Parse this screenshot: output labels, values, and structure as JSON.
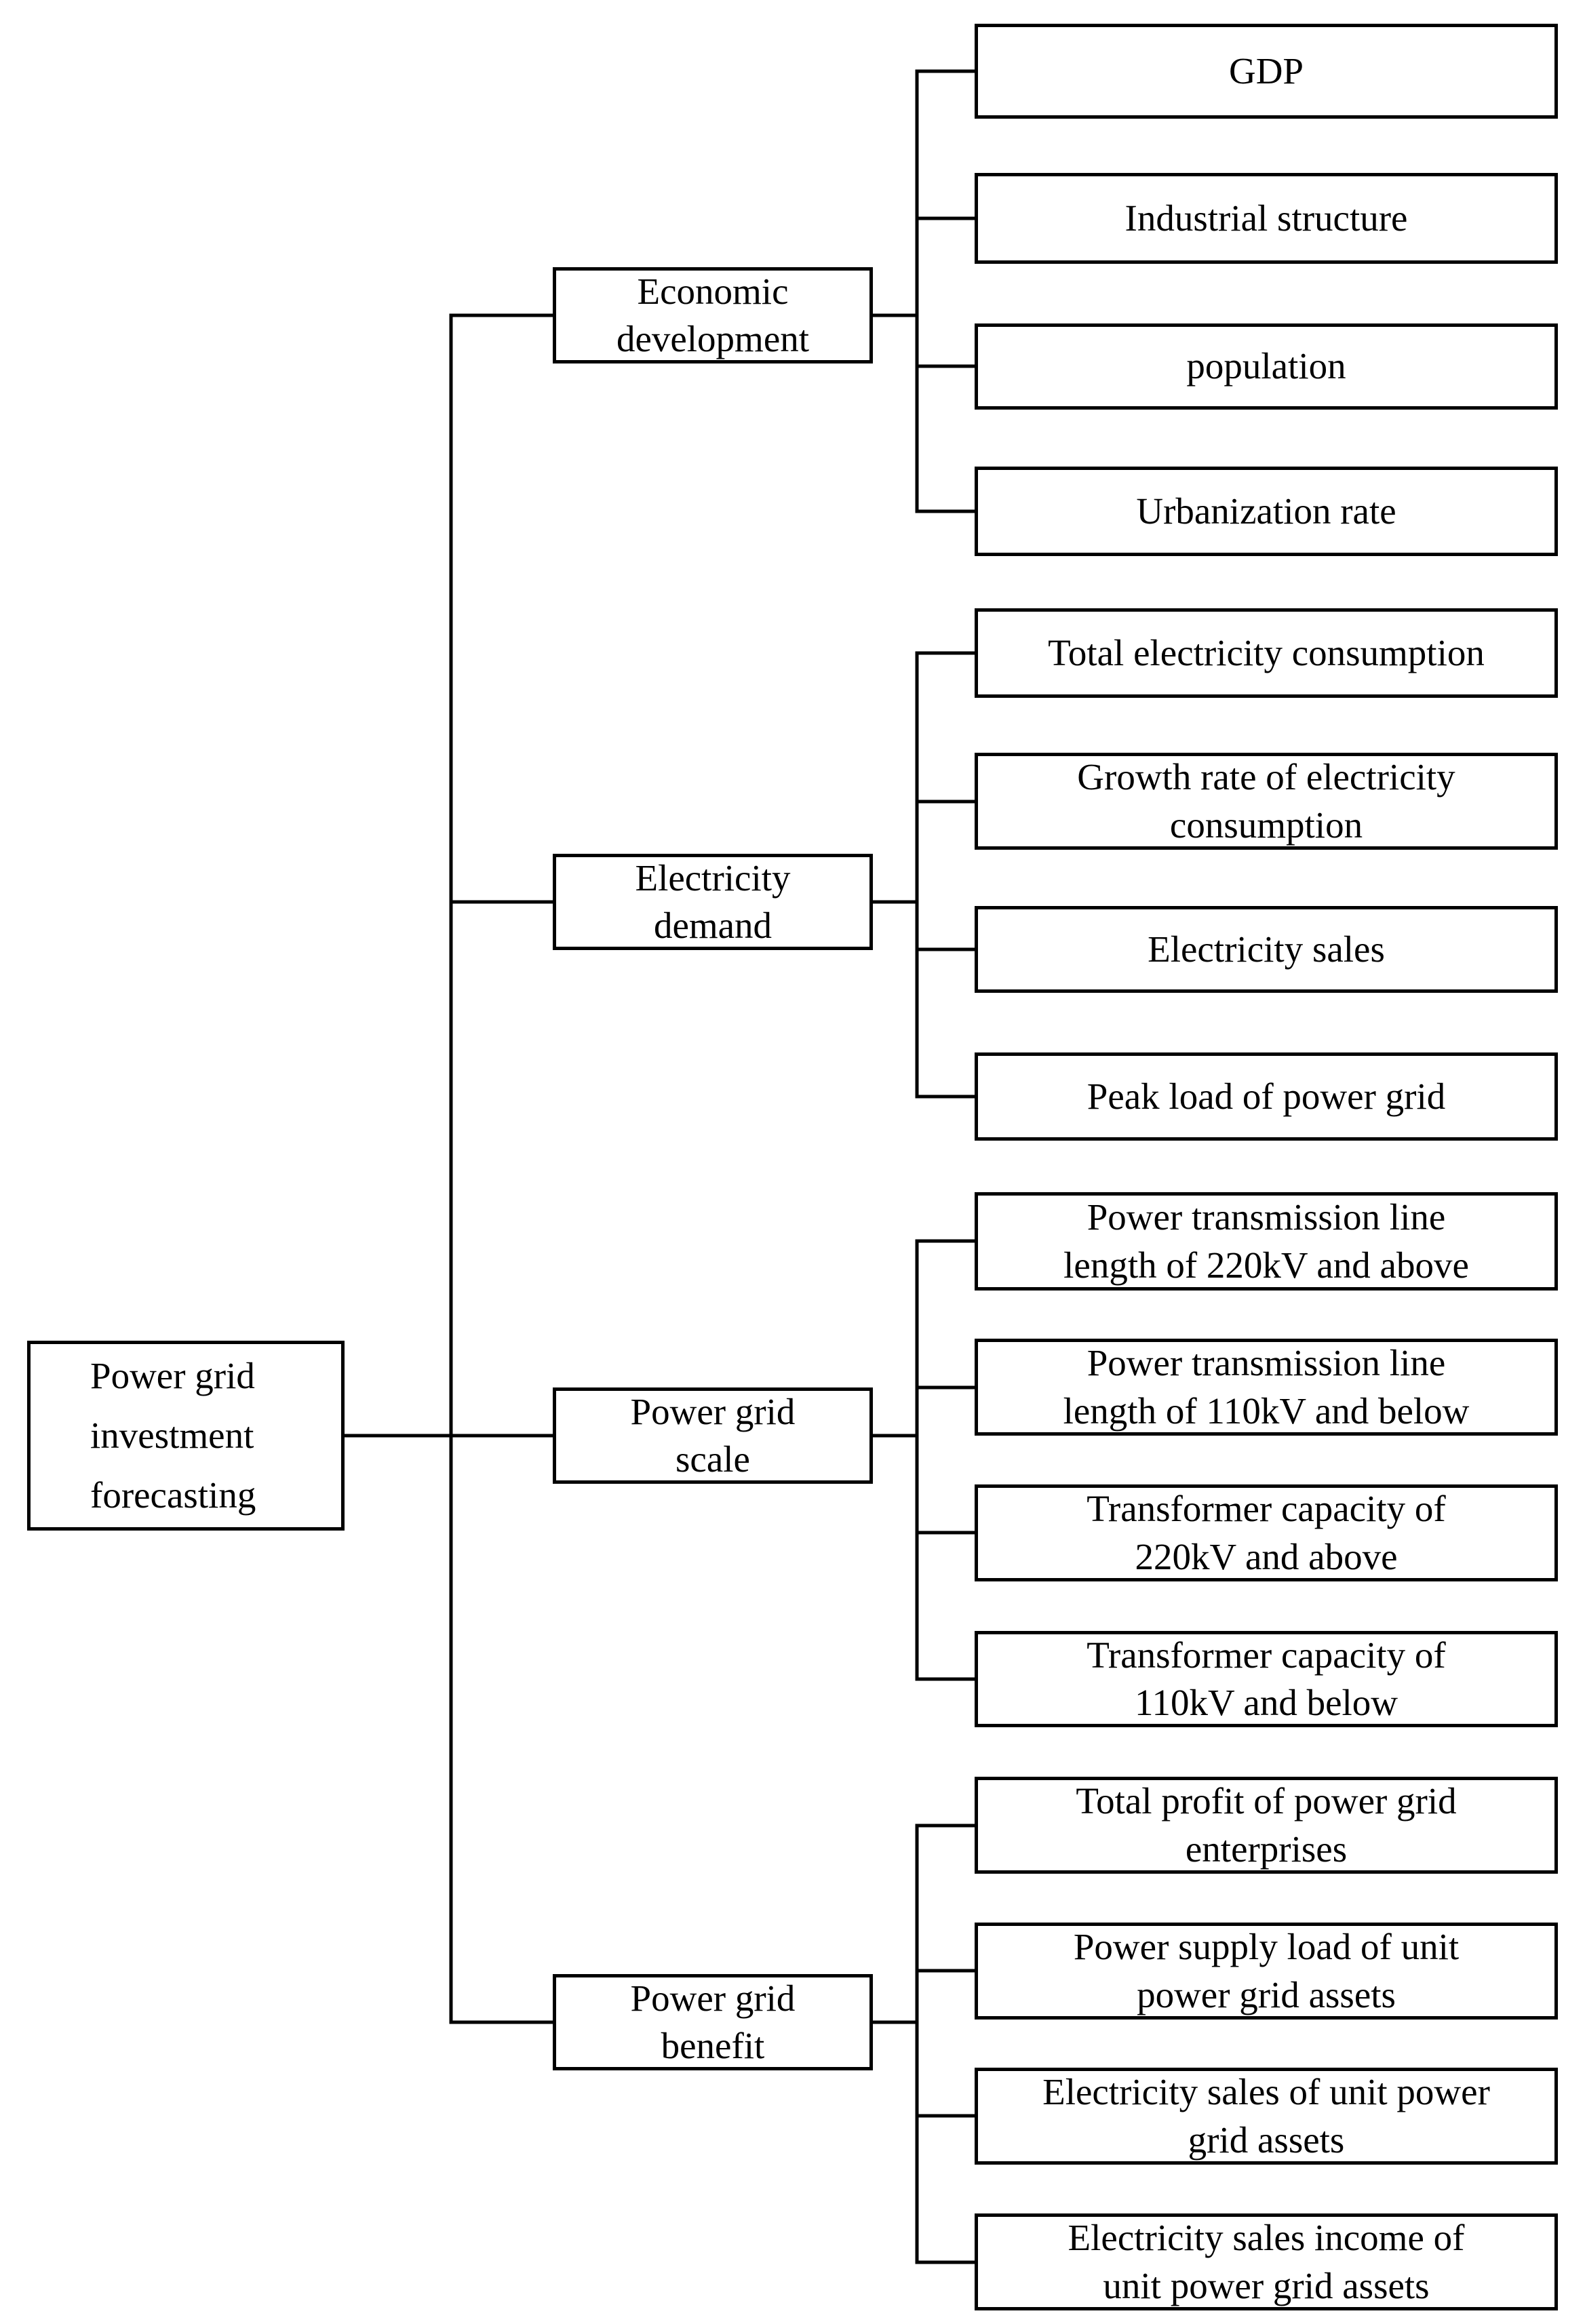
{
  "diagram": {
    "root_label": "Power grid\ninvestment\nforecasting",
    "categories": [
      {
        "label": "Economic\ndevelopment",
        "children": [
          "GDP",
          "Industrial structure",
          "population",
          "Urbanization rate"
        ]
      },
      {
        "label": "Electricity\ndemand",
        "children": [
          "Total electricity consumption",
          "Growth rate of electricity\nconsumption",
          "Electricity sales",
          "Peak load of power grid"
        ]
      },
      {
        "label": "Power grid\nscale",
        "children": [
          "Power transmission line\nlength of 220kV and above",
          "Power transmission line\nlength of 110kV and below",
          "Transformer capacity of\n220kV and above",
          "Transformer capacity of\n110kV and below"
        ]
      },
      {
        "label": "Power grid\nbenefit",
        "children": [
          "Total profit of power grid\nenterprises",
          "Power supply load of unit\npower grid assets",
          "Electricity sales of unit power\ngrid assets",
          "Electricity sales income of\nunit power grid assets"
        ]
      }
    ],
    "colors": {
      "line": "#000000",
      "text": "#000000",
      "background": "#ffffff"
    }
  }
}
